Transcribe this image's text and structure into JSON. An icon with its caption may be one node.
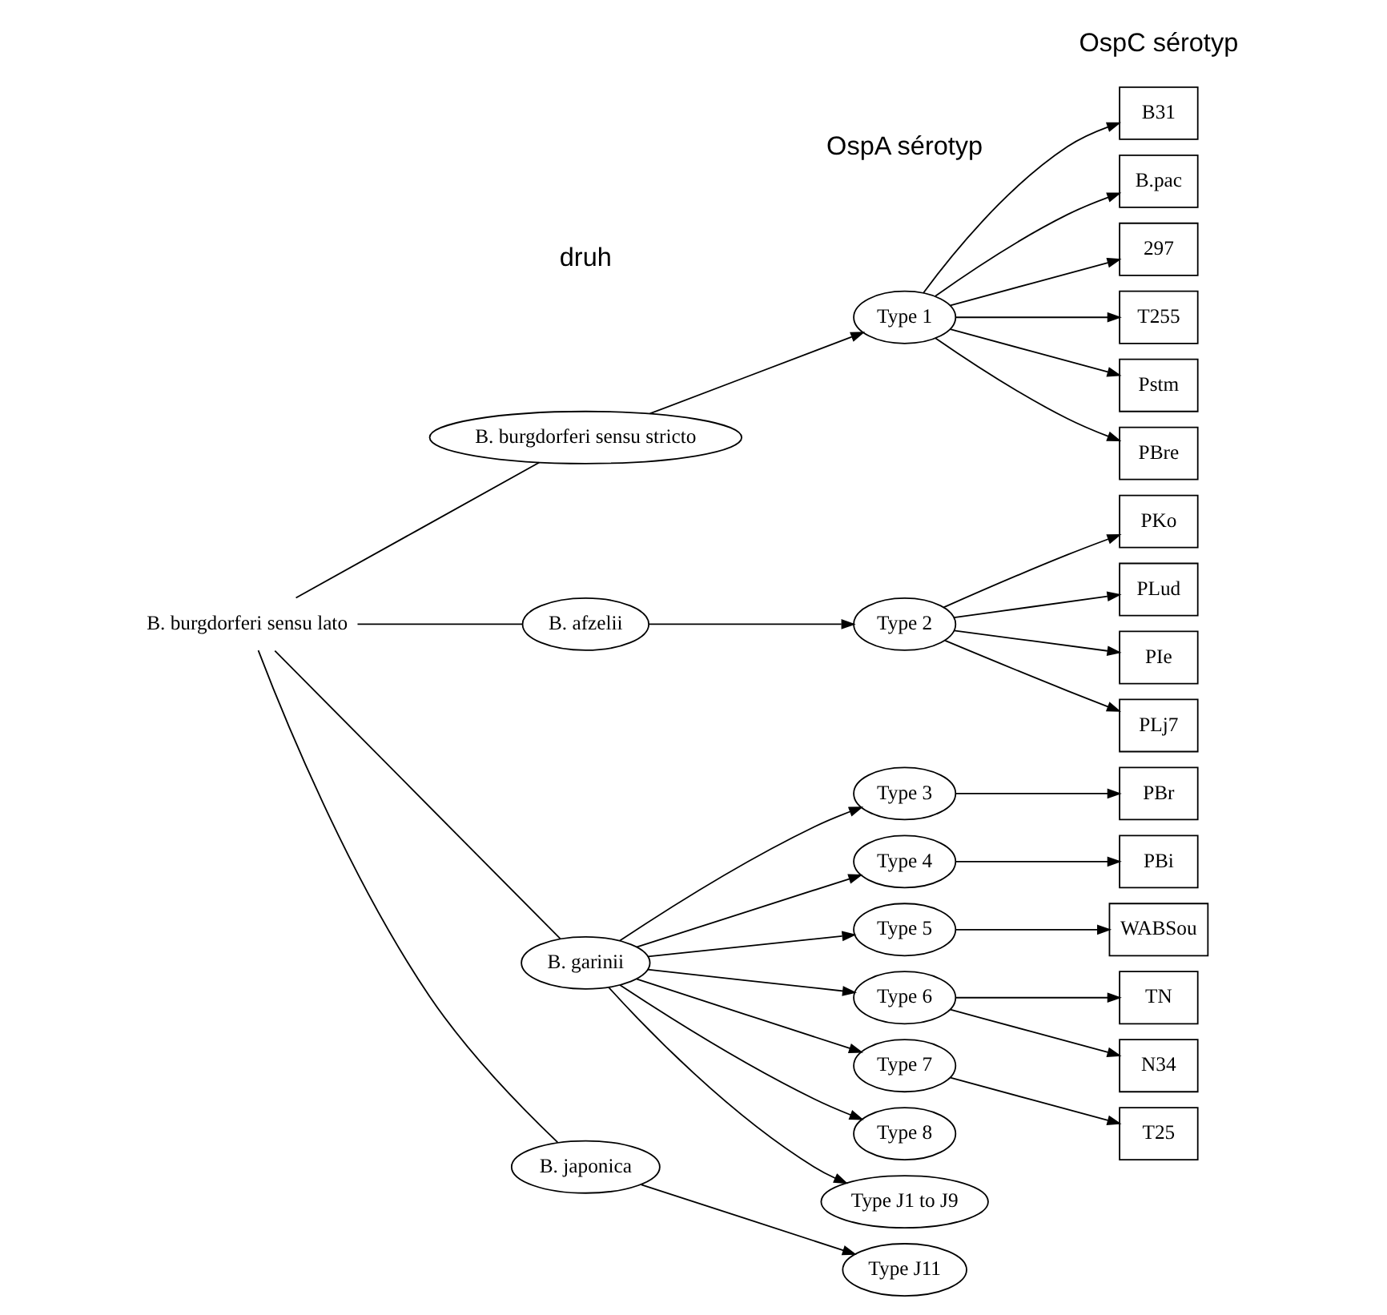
{
  "diagram": {
    "nodes": [
      {
        "text": [
          "B. burgdorferi sensu lato"
        ]
      },
      {
        "text": [
          "B. burgdorferi sensu stricto"
        ]
      },
      {
        "text": [
          "B. afzelii"
        ]
      },
      {
        "text": [
          "B. garinii"
        ]
      },
      {
        "text": [
          "B. japonica"
        ]
      },
      {
        "text": [
          "Type 1"
        ]
      },
      {
        "text": [
          "Type 2"
        ]
      },
      {
        "text": [
          "Type 3"
        ]
      },
      {
        "text": [
          "Type 4"
        ]
      },
      {
        "text": [
          "Type 5"
        ]
      },
      {
        "text": [
          "Type 6"
        ]
      },
      {
        "text": [
          "Type 7"
        ]
      },
      {
        "text": [
          "Type 8"
        ]
      },
      {
        "text": [
          "Type J1 to J9"
        ]
      },
      {
        "text": [
          "Type J11"
        ]
      },
      {
        "text": [
          "B31"
        ]
      },
      {
        "text": [
          "B.pac"
        ]
      },
      {
        "text": [
          "297"
        ]
      },
      {
        "text": [
          "T255"
        ]
      },
      {
        "text": [
          "Pstm"
        ]
      },
      {
        "text": [
          "PBre"
        ]
      },
      {
        "text": [
          "PKo"
        ]
      },
      {
        "text": [
          "PLud"
        ]
      },
      {
        "text": [
          "PIe"
        ]
      },
      {
        "text": [
          "PLj7"
        ]
      },
      {
        "text": [
          "PBr"
        ]
      },
      {
        "text": [
          "PBi"
        ]
      },
      {
        "text": [
          "WABSou"
        ]
      },
      {
        "text": [
          "TN"
        ]
      },
      {
        "text": [
          "N34"
        ]
      },
      {
        "text": [
          "T25"
        ]
      }
    ],
    "edges": [
      {
        "from": 0,
        "to": 1,
        "arrow": "none"
      },
      {
        "from": 0,
        "to": 2,
        "arrow": "none"
      },
      {
        "from": 0,
        "to": 3,
        "arrow": "none"
      },
      {
        "from": 0,
        "to": 4,
        "arrow": "none"
      },
      {
        "from": 1,
        "to": 5,
        "arrow": "to"
      },
      {
        "from": 2,
        "to": 6,
        "arrow": "to"
      },
      {
        "from": 3,
        "to": 7,
        "arrow": "to"
      },
      {
        "from": 3,
        "to": 8,
        "arrow": "to"
      },
      {
        "from": 3,
        "to": 9,
        "arrow": "to"
      },
      {
        "from": 3,
        "to": 10,
        "arrow": "to"
      },
      {
        "from": 3,
        "to": 11,
        "arrow": "to"
      },
      {
        "from": 3,
        "to": 12,
        "arrow": "to"
      },
      {
        "from": 3,
        "to": 13,
        "arrow": "to"
      },
      {
        "from": 4,
        "to": 14,
        "arrow": "to"
      },
      {
        "from": 5,
        "to": 15,
        "arrow": "to"
      },
      {
        "from": 5,
        "to": 16,
        "arrow": "to"
      },
      {
        "from": 5,
        "to": 17,
        "arrow": "to"
      },
      {
        "from": 5,
        "to": 18,
        "arrow": "to"
      },
      {
        "from": 5,
        "to": 19,
        "arrow": "to"
      },
      {
        "from": 5,
        "to": 20,
        "arrow": "to"
      },
      {
        "from": 6,
        "to": 21,
        "arrow": "to"
      },
      {
        "from": 6,
        "to": 22,
        "arrow": "to"
      },
      {
        "from": 6,
        "to": 23,
        "arrow": "to"
      },
      {
        "from": 6,
        "to": 24,
        "arrow": "to"
      },
      {
        "from": 7,
        "to": 25,
        "arrow": "to"
      },
      {
        "from": 8,
        "to": 26,
        "arrow": "to"
      },
      {
        "from": 9,
        "to": 27,
        "arrow": "to"
      },
      {
        "from": 10,
        "to": 28,
        "arrow": "to"
      },
      {
        "from": 10,
        "to": 29,
        "arrow": "to"
      },
      {
        "from": 11,
        "to": 30,
        "arrow": "to"
      }
    ],
    "labels": [
      "druh",
      "OspA sérotyp",
      "OspC sérotyp"
    ]
  }
}
